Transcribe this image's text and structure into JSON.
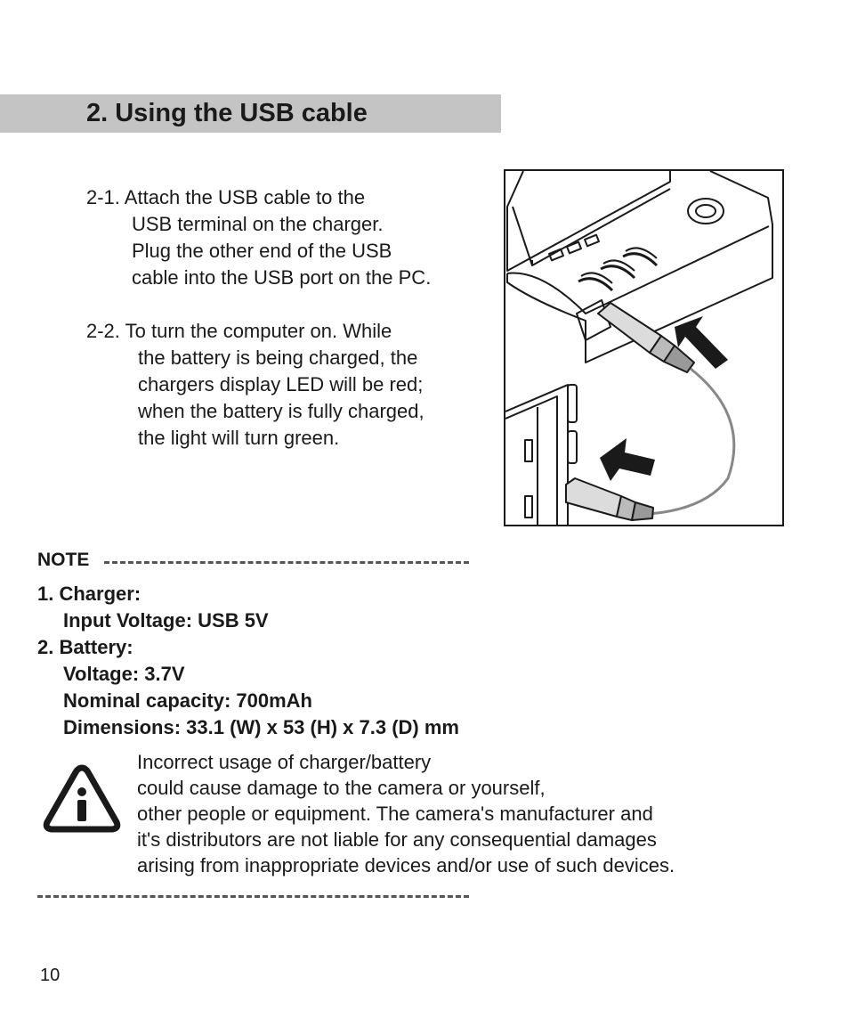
{
  "header": {
    "title": "2. Using the USB cable"
  },
  "steps": [
    {
      "lines": [
        "2-1. Attach the USB cable to the",
        "USB terminal on the charger.",
        "Plug the other end of the USB",
        "cable into the USB port on the PC."
      ]
    },
    {
      "lines": [
        "2-2. To turn the computer on. While",
        "the battery is being charged, the",
        "chargers display LED will be red;",
        "when the battery is fully charged,",
        "the light will turn green."
      ]
    }
  ],
  "note": {
    "label": "NOTE",
    "specs": [
      {
        "text": "1. Charger:",
        "indent": false
      },
      {
        "text": "Input Voltage: USB 5V",
        "indent": true
      },
      {
        "text": "2. Battery:",
        "indent": false
      },
      {
        "text": "Voltage: 3.7V",
        "indent": true
      },
      {
        "text": "Nominal capacity: 700mAh",
        "indent": true
      },
      {
        "text": "Dimensions: 33.1 (W) x 53 (H) x 7.3 (D) mm",
        "indent": true
      }
    ],
    "warning_lines": [
      "Incorrect usage of charger/battery",
      "could cause damage to the camera or yourself,",
      "other people or equipment. The camera's manufacturer and",
      "it's distributors are not liable for any consequential damages",
      "arising from inappropriate devices and/or use of such devices."
    ]
  },
  "icons": {
    "warning": "info-warning-triangle-icon",
    "arrows": "push-arrow-icon"
  },
  "colors": {
    "header_band": "#c4c4c4",
    "text": "#1a1a1a"
  },
  "page_number": "10"
}
